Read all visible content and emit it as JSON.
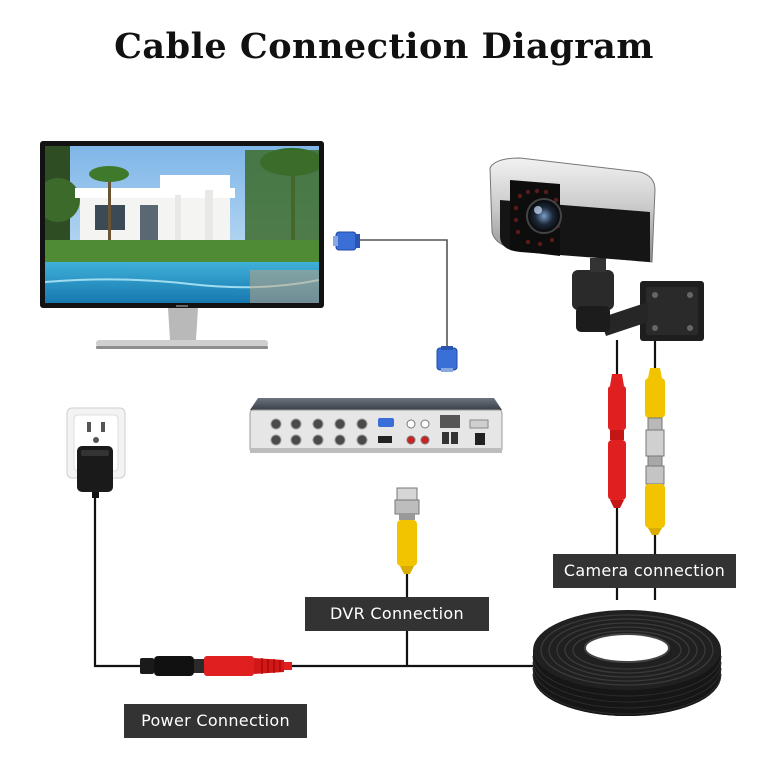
{
  "title": "Cable Connection Diagram",
  "labels": {
    "camera": "Camera connection",
    "dvr": "DVR Connection",
    "power": "Power Connection"
  },
  "colors": {
    "label_bg": "#333333",
    "cable": "#111111",
    "red_connector": "#e02020",
    "yellow_connector": "#f2c400",
    "vga_blue": "#3a6fd8"
  },
  "icons": [
    "monitor-icon",
    "vga-connector-icon",
    "dvr-recorder-icon",
    "wall-outlet-icon",
    "power-adapter-icon",
    "cctv-camera-icon",
    "bnc-connector-icon",
    "power-plug-icon",
    "cable-coil-icon"
  ]
}
